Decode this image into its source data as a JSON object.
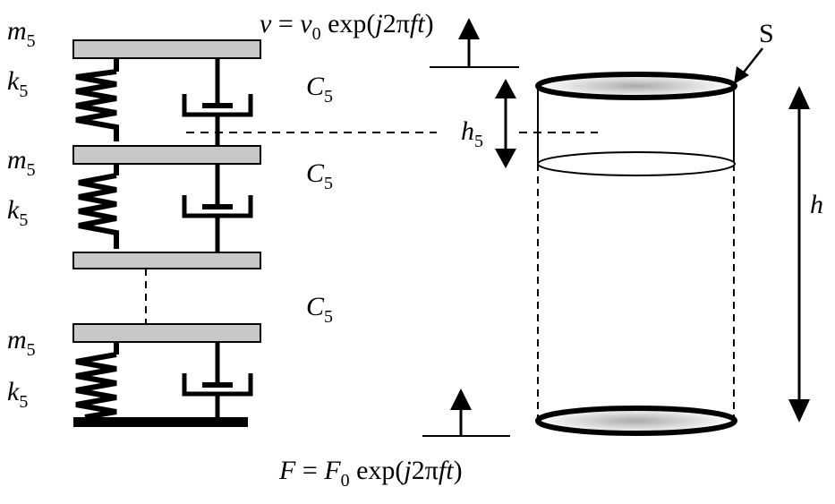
{
  "diagram": {
    "top_formula": {
      "lhs": "v",
      "eq": " = ",
      "base": "v",
      "sub": "0",
      "rest1": " exp(",
      "j2": "j",
      "two": "2π",
      "ft": "ft",
      "close": ")"
    },
    "bottom_formula": {
      "lhs": "F",
      "eq": " = ",
      "base": "F",
      "sub": "0",
      "rest1": " exp(",
      "j2": "j",
      "two": "2π",
      "ft": "ft",
      "close": ")"
    },
    "mass": {
      "letter": "m",
      "sub": "5"
    },
    "spring": {
      "letter": "k",
      "sub": "5"
    },
    "damper": {
      "letter": "C",
      "sub": "5"
    },
    "gap": {
      "letter": "h",
      "sub": "5"
    },
    "height": "h",
    "surface": "S"
  },
  "colors": {
    "plate_fill": "#c8c8c8",
    "ink": "#000000",
    "ellipse_shade": "#b8b8b8"
  }
}
